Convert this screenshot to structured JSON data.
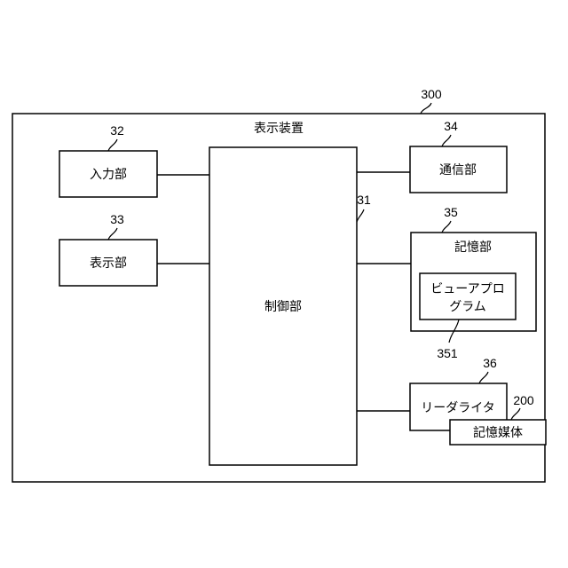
{
  "device": {
    "ref": "300",
    "title": "表示装置"
  },
  "input_unit": {
    "ref": "32",
    "label": "入力部"
  },
  "display_unit": {
    "ref": "33",
    "label": "表示部"
  },
  "control_unit": {
    "ref": "31",
    "label": "制御部"
  },
  "communication_unit": {
    "ref": "34",
    "label": "通信部"
  },
  "storage_unit": {
    "ref": "35",
    "label": "記憶部",
    "program": {
      "ref": "351",
      "label_line1": "ビューアプロ",
      "label_line2": "グラム"
    }
  },
  "reader_writer": {
    "ref": "36",
    "label": "リーダライタ"
  },
  "storage_medium": {
    "ref": "200",
    "label": "記憶媒体"
  }
}
